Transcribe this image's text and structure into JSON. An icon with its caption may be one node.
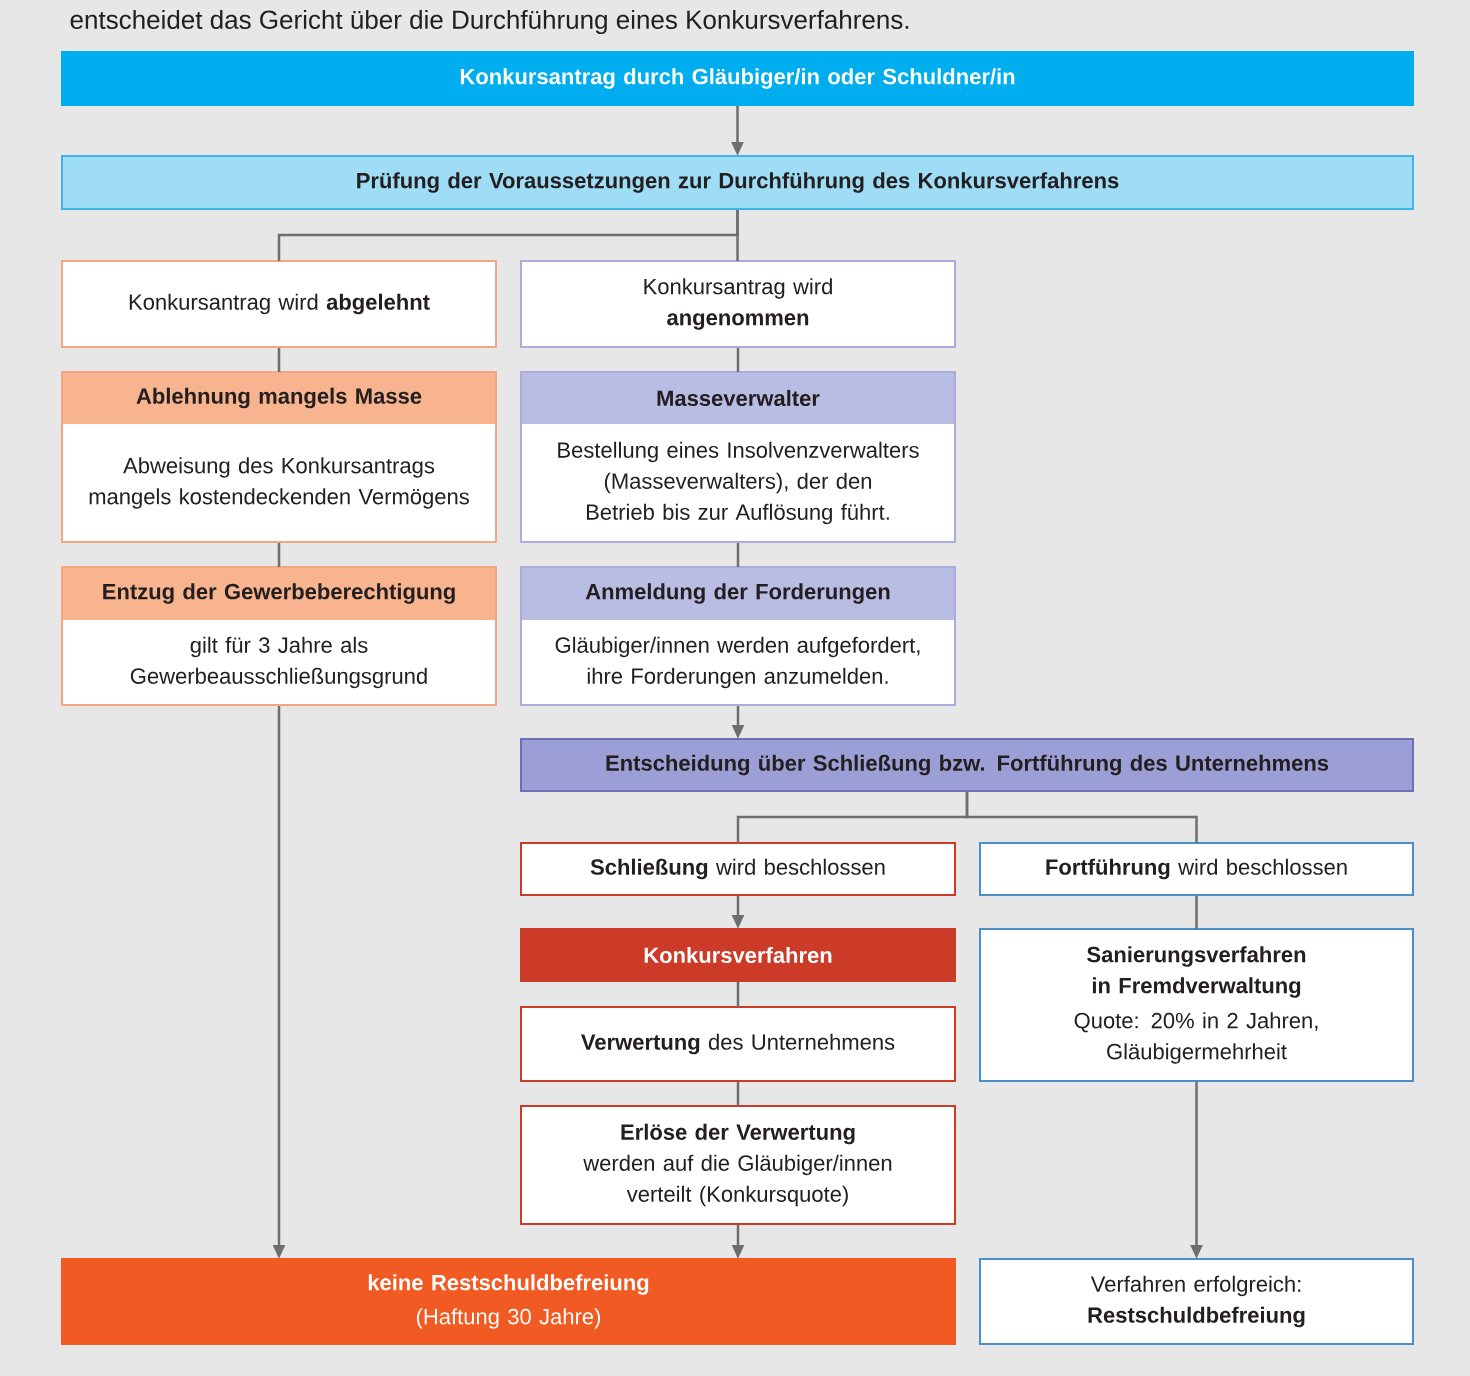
{
  "diagram": {
    "nodes": [
      {
        "text": [
          "Konkursantrag durch Gläubiger/in oder Schuldner/in"
        ]
      },
      {
        "text": [
          "Prüfung der Voraussetzungen zur Durchführung des Konkursverfahrens"
        ]
      },
      {
        "text": [
          "Konkursantrag wird **abgelehnt**"
        ]
      },
      {
        "text": [
          "Konkursantrag wird **angenommen**"
        ]
      },
      {
        "text": [
          "Ablehnung mangels Masse",
          "Abweisung des Konkursantrags mangels kostendeckenden Vermögens"
        ]
      },
      {
        "text": [
          "Masseverwalter",
          "Bestellung eines Insolvenzverwalters (Masseverwalters), der den Betrieb bis zur Auflösung führt."
        ]
      },
      {
        "text": [
          "Entzug der Gewerbeberechtigung",
          "gilt für 3 Jahre als Gewerbeausschließungsgrund"
        ]
      },
      {
        "text": [
          "Anmeldung der Forderungen",
          "Gläubiger/innen werden aufgefordert, ihre Forderungen anzumelden."
        ]
      },
      {
        "text": [
          "Entscheidung über Schließung bzw. Fortführung des Unternehmens"
        ]
      },
      {
        "text": [
          "**Schließung** wird beschlossen"
        ]
      },
      {
        "text": [
          "**Fortführung** wird beschlossen"
        ]
      },
      {
        "text": [
          "Konkursverfahren"
        ]
      },
      {
        "text": [
          "Sanierungsverfahren in Fremdverwaltung",
          "Quote: 20% in 2 Jahren, Gläubigermehrheit"
        ]
      },
      {
        "text": [
          "**Verwertung** des Unternehmens"
        ]
      },
      {
        "text": [
          "**Erlöse der Verwertung** werden auf die Gläubiger/innen verteilt (Konkursquote)"
        ]
      },
      {
        "text": [
          "keine Restschuldbefreiung",
          "(Haftung 30 Jahre)"
        ]
      },
      {
        "text": [
          "Verfahren erfolgreich: **Restschuldbefreiung**"
        ]
      }
    ],
    "edges": [
      {
        "from": 0,
        "to": 1,
        "arrow": "to"
      },
      {
        "from": 1,
        "to": 2,
        "arrow": "none"
      },
      {
        "from": 1,
        "to": 3,
        "arrow": "none"
      },
      {
        "from": 2,
        "to": 4,
        "arrow": "none"
      },
      {
        "from": 4,
        "to": 6,
        "arrow": "none"
      },
      {
        "from": 3,
        "to": 5,
        "arrow": "none"
      },
      {
        "from": 5,
        "to": 7,
        "arrow": "none"
      },
      {
        "from": 7,
        "to": 8,
        "arrow": "to"
      },
      {
        "from": 8,
        "to": 9,
        "arrow": "none"
      },
      {
        "from": 8,
        "to": 10,
        "arrow": "none"
      },
      {
        "from": 9,
        "to": 11,
        "arrow": "to"
      },
      {
        "from": 11,
        "to": 13,
        "arrow": "none"
      },
      {
        "from": 13,
        "to": 14,
        "arrow": "none"
      },
      {
        "from": 14,
        "to": 15,
        "arrow": "to"
      },
      {
        "from": 6,
        "to": 15,
        "arrow": "to"
      },
      {
        "from": 10,
        "to": 12,
        "arrow": "none"
      },
      {
        "from": 12,
        "to": 16,
        "arrow": "to"
      }
    ],
    "labels": [
      "entscheidet das Gericht über die Durchführung eines Konkursverfahrens."
    ]
  }
}
